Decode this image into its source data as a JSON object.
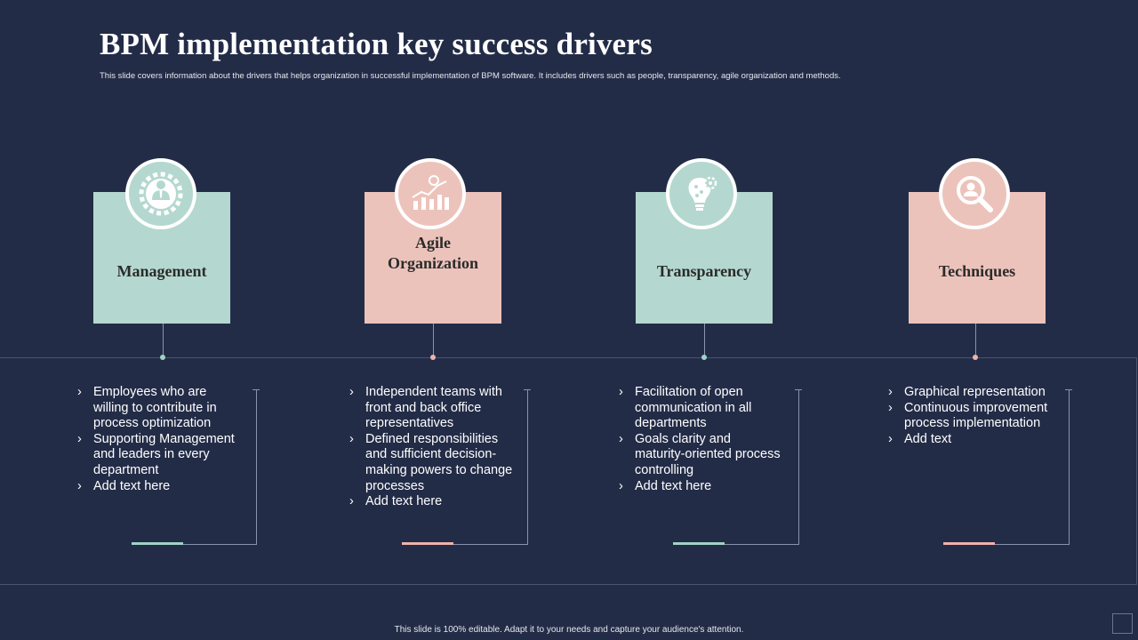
{
  "slide": {
    "title": "BPM implementation key success drivers",
    "subtitle": "This slide covers information about the drivers that helps organization in successful implementation of BPM  software. It includes drivers  such as people, transparency, agile organization and methods.",
    "footer": "This slide is 100% editable.  Adapt it to your needs and capture your audience's attention."
  },
  "drivers": [
    {
      "label": "Management",
      "icon": "manager-gear-icon",
      "color": "#b4d8cf",
      "bullets": [
        "Employees who are willing to contribute in process optimization",
        "Supporting Management and leaders in every department",
        "Add text here"
      ]
    },
    {
      "label": "Agile Organization",
      "icon": "growth-chart-people-icon",
      "color": "#ecc3bb",
      "bullets": [
        "Independent teams with front and back office representatives",
        "Defined responsibilities and sufficient decision-making powers to change processes",
        "Add text here"
      ]
    },
    {
      "label": "Transparency",
      "icon": "lightbulb-gear-icon",
      "color": "#b4d8cf",
      "bullets": [
        "Facilitation of open communication  in all departments",
        " Goals clarity  and maturity-oriented process controlling",
        "Add text here"
      ]
    },
    {
      "label": "Techniques",
      "icon": "search-user-icon",
      "color": "#ecc3bb",
      "bullets": [
        "Graphical representation",
        "Continuous improvement process implementation",
        "Add text"
      ]
    }
  ]
}
